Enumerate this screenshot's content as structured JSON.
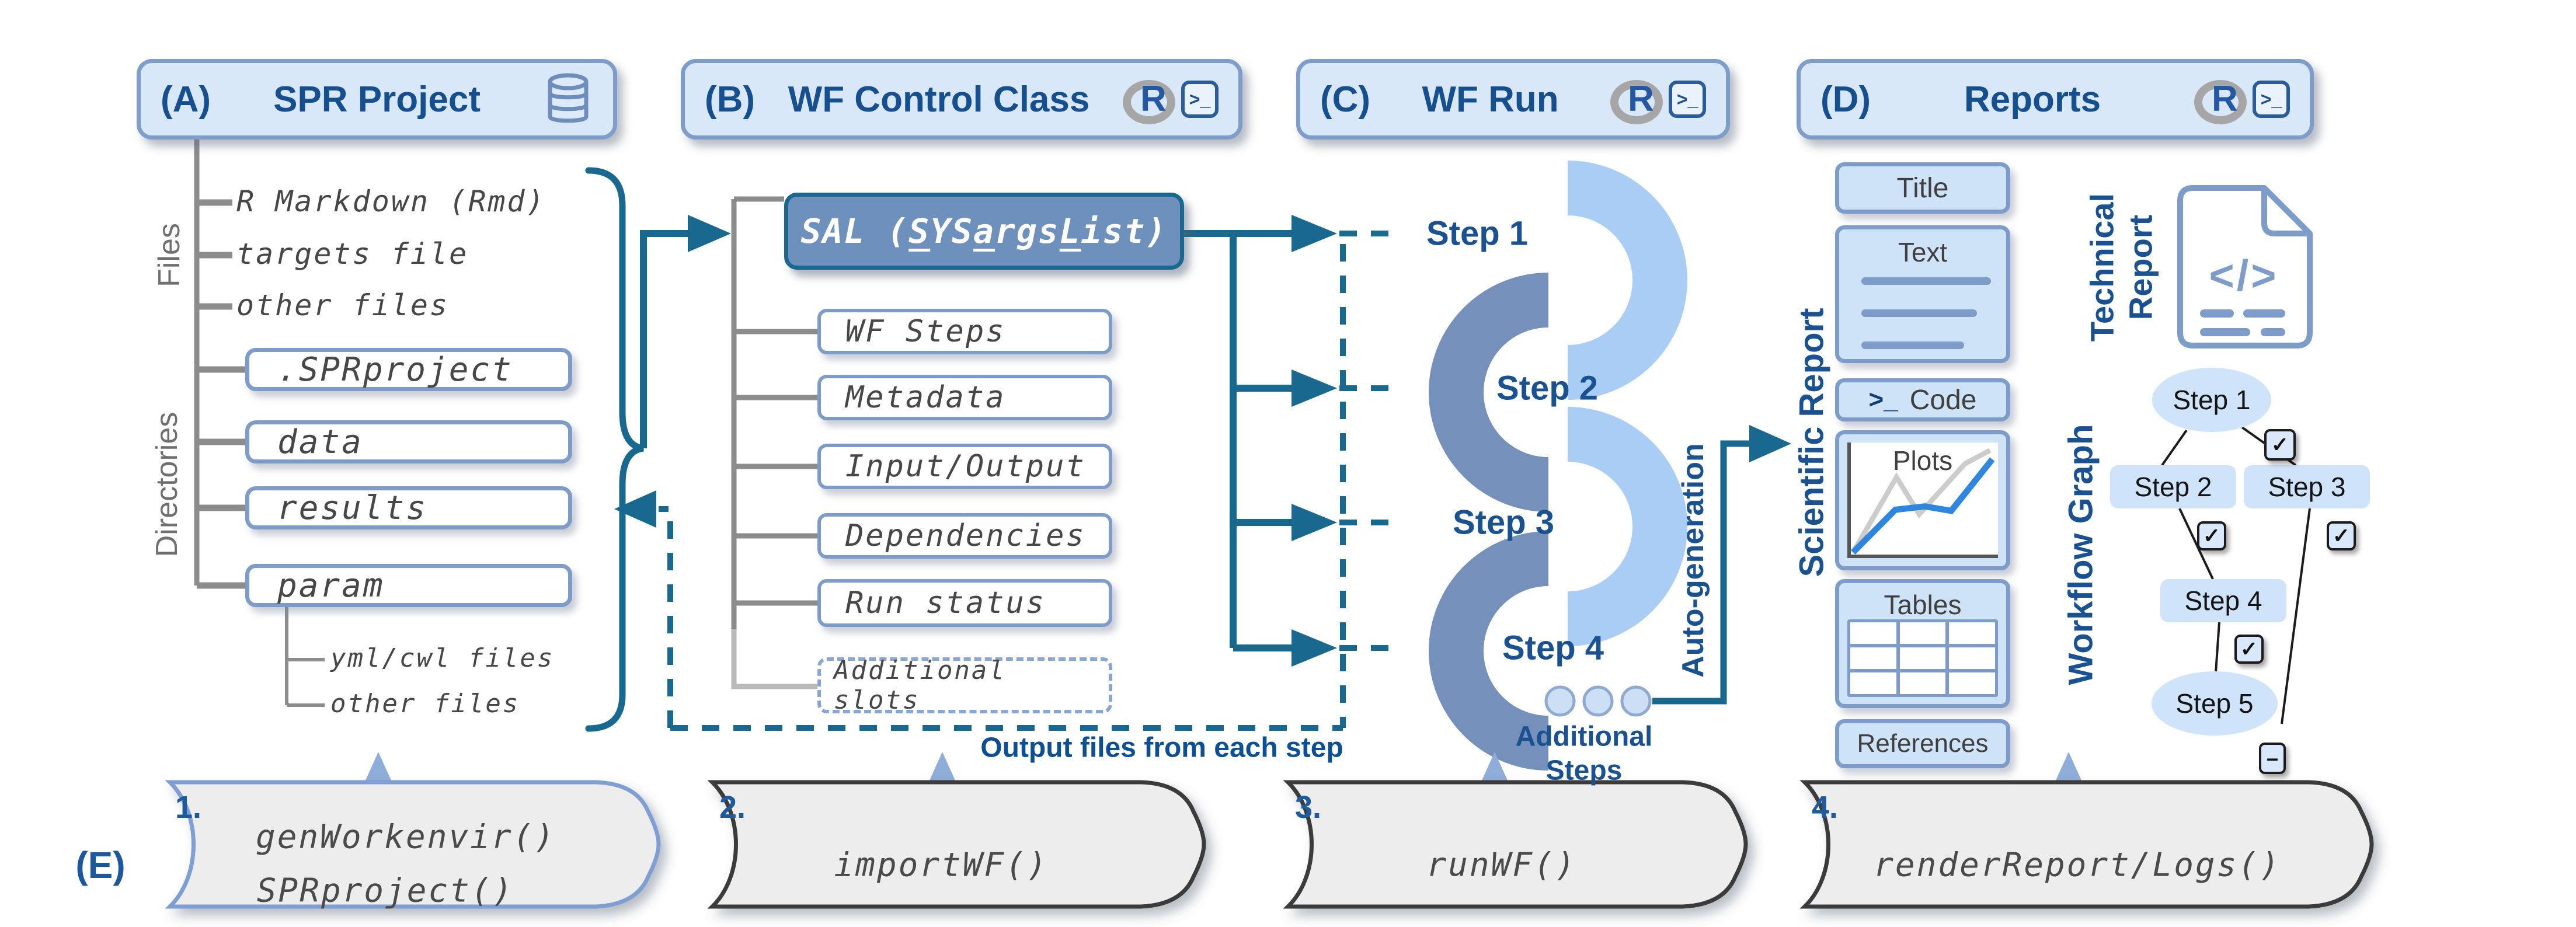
{
  "headers": {
    "a": {
      "label": "(A)",
      "title": "SPR Project"
    },
    "b": {
      "label": "(B)",
      "title": "WF Control Class"
    },
    "c": {
      "label": "(C)",
      "title": "WF Run"
    },
    "d": {
      "label": "(D)",
      "title": "Reports"
    }
  },
  "icons": {
    "r_logo": "R",
    "terminal": ">_",
    "code_file": "</>",
    "check": "✓",
    "minus": "–",
    "code_prompt": ">_"
  },
  "project": {
    "files_label": "Files",
    "directories_label": "Directories",
    "files": [
      "R Markdown (Rmd)",
      "targets file",
      "other files"
    ],
    "directories": [
      ".SPRproject",
      "data",
      "results",
      "param"
    ],
    "param_children": [
      "yml/cwl files",
      "other files"
    ]
  },
  "control": {
    "sal": {
      "p1": "SAL (",
      "u1": "S",
      "p2": "YS",
      "u2": "a",
      "p3": "rgs",
      "u3": "L",
      "p4": "ist)"
    },
    "slots": [
      "WF Steps",
      "Metadata",
      "Input/Output",
      "Dependencies",
      "Run status"
    ],
    "additional_slot": "Additional slots"
  },
  "run": {
    "steps": [
      "Step 1",
      "Step 2",
      "Step 3",
      "Step 4"
    ],
    "additional_line1": "Additional",
    "additional_line2": "Steps",
    "auto_generation": "Auto-generation"
  },
  "feedback_label": "Output files from each step",
  "reports": {
    "scientific_label": "Scientific Report",
    "technical_line1": "Technical",
    "technical_line2": "Report",
    "workflow_label": "Workflow Graph",
    "title": "Title",
    "text": "Text",
    "code": "Code",
    "plots": "Plots",
    "tables": "Tables",
    "references": "References",
    "graph_steps": [
      "Step 1",
      "Step 2",
      "Step 3",
      "Step 4",
      "Step 5"
    ]
  },
  "pipeline": {
    "label": "(E)",
    "banners": [
      {
        "num": "1.",
        "line1": "genWorkenvir()",
        "line2": "SPRproject()"
      },
      {
        "num": "2.",
        "line1": "importWF()"
      },
      {
        "num": "3.",
        "line1": "runWF()"
      },
      {
        "num": "4.",
        "line1": "renderReport/Logs()"
      }
    ]
  },
  "colors": {
    "accent_blue": "#1a5191",
    "teal": "#19688f",
    "steel_border": "#7d9cc9",
    "light_fill": "#d9e8f9",
    "arc_light": "#a9cdf4",
    "arc_dark": "#7590bb",
    "gray_line": "#8c8c8c"
  }
}
